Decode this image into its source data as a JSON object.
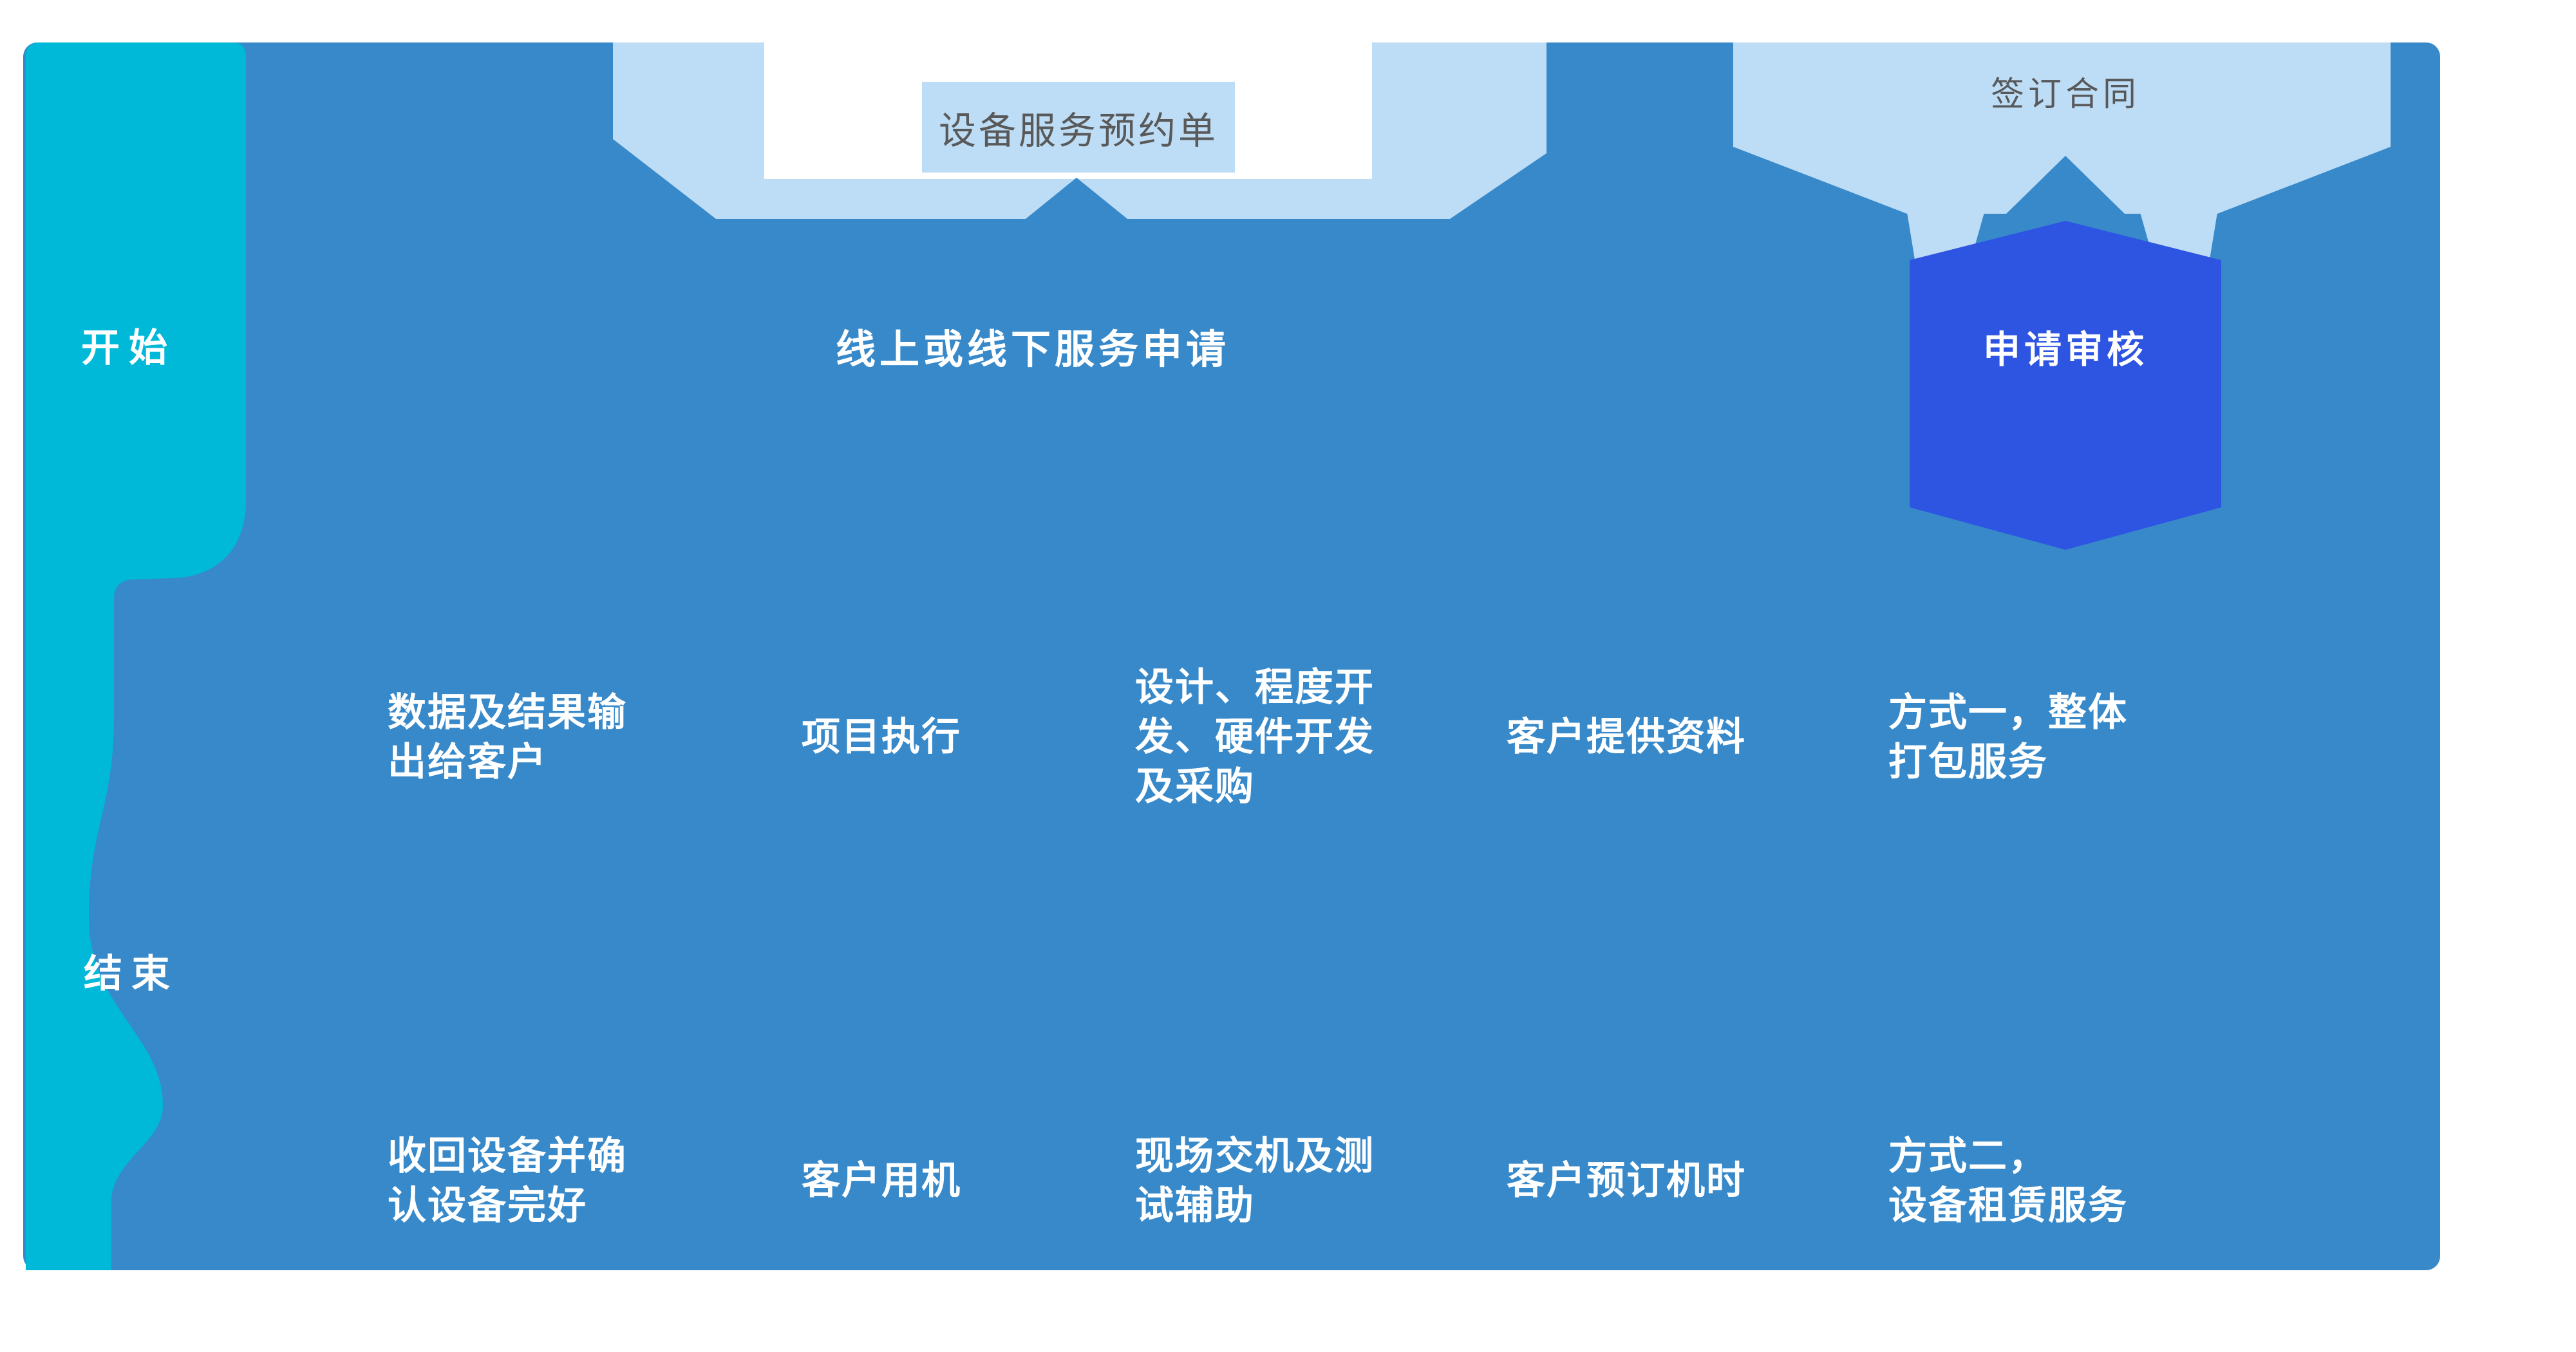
{
  "colors": {
    "canvas_blue": "#3789CA",
    "cyan_ribbon": "#00B8D8",
    "light_blue": "#BDDCF5",
    "royal_blue": "#2D55E2",
    "gray_text": "#595959",
    "white_text": "#FFFFFF"
  },
  "lanes": {
    "start": "开始",
    "end": "结束"
  },
  "top": {
    "reservation_form": "设备服务预约单",
    "online_apply": "线上或线下服务申请",
    "sign_contract": "签订合同",
    "review": "申请审核"
  },
  "steps": {
    "row_middle": [
      {
        "lines": [
          "数据及结果输",
          "出给客户"
        ]
      },
      {
        "lines": [
          "项目执行"
        ]
      },
      {
        "lines": [
          "设计、程度开",
          "发、硬件开发",
          "及采购"
        ]
      },
      {
        "lines": [
          "客户提供资料"
        ]
      },
      {
        "lines": [
          "方式一，整体",
          "打包服务"
        ]
      }
    ],
    "row_bottom": [
      {
        "lines": [
          "收回设备并确",
          "认设备完好"
        ]
      },
      {
        "lines": [
          "客户用机"
        ]
      },
      {
        "lines": [
          "现场交机及测",
          "试辅助"
        ]
      },
      {
        "lines": [
          "客户预订机时"
        ]
      },
      {
        "lines": [
          "方式二，",
          "设备租赁服务"
        ]
      }
    ]
  }
}
